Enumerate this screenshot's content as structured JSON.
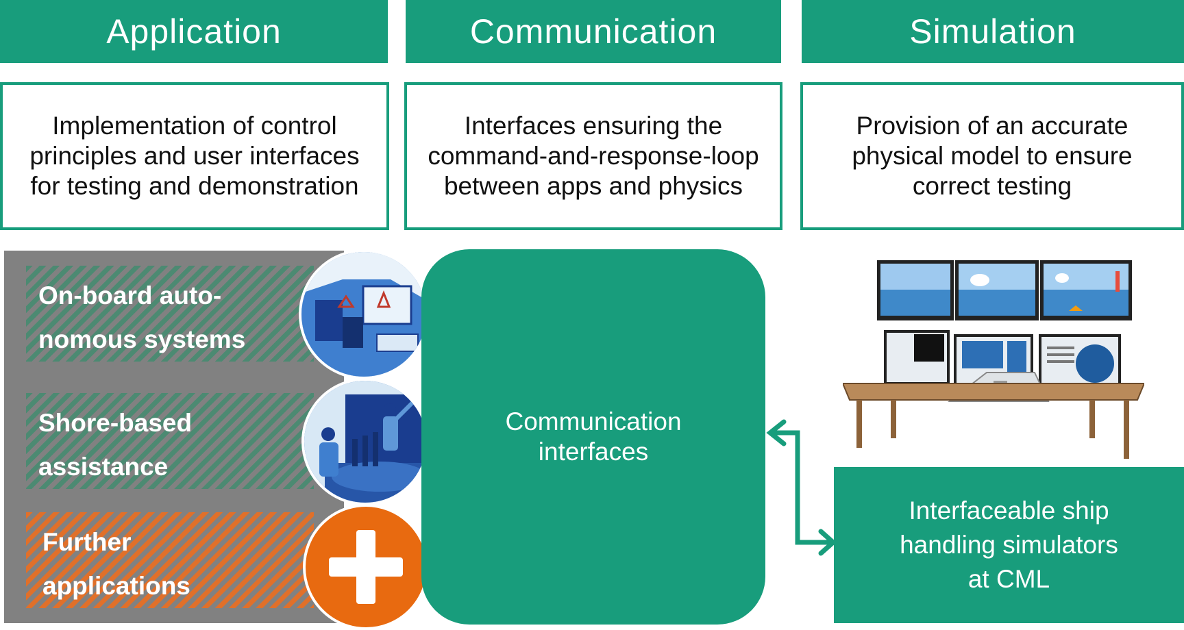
{
  "columns": [
    {
      "header": "Application",
      "description": "Implementation of control\nprinciples and user interfaces\nfor testing and demonstration"
    },
    {
      "header": "Communication",
      "description": "Interfaces ensuring the\ncommand-and-response-loop\nbetween apps and physics"
    },
    {
      "header": "Simulation",
      "description": "Provision of an accurate\nphysical model to ensure\ncorrect testing"
    }
  ],
  "applications": [
    {
      "label": "On-board auto-\nnomous systems",
      "icon": "ship-bridge-icon"
    },
    {
      "label": "Shore-based\nassistance",
      "icon": "shore-control-center-icon"
    },
    {
      "label": "Further\napplications",
      "icon": "plus-icon"
    }
  ],
  "communication_box": {
    "label": "Communication\ninterfaces"
  },
  "simulation_box": {
    "label": "Interfaceable ship\nhandling simulators\nat CML",
    "icon": "simulator-workstation-icon"
  },
  "colors": {
    "green": "#189d7c",
    "grey": "#818181",
    "orange": "#e86a10",
    "navy": "#1a3d8f"
  }
}
